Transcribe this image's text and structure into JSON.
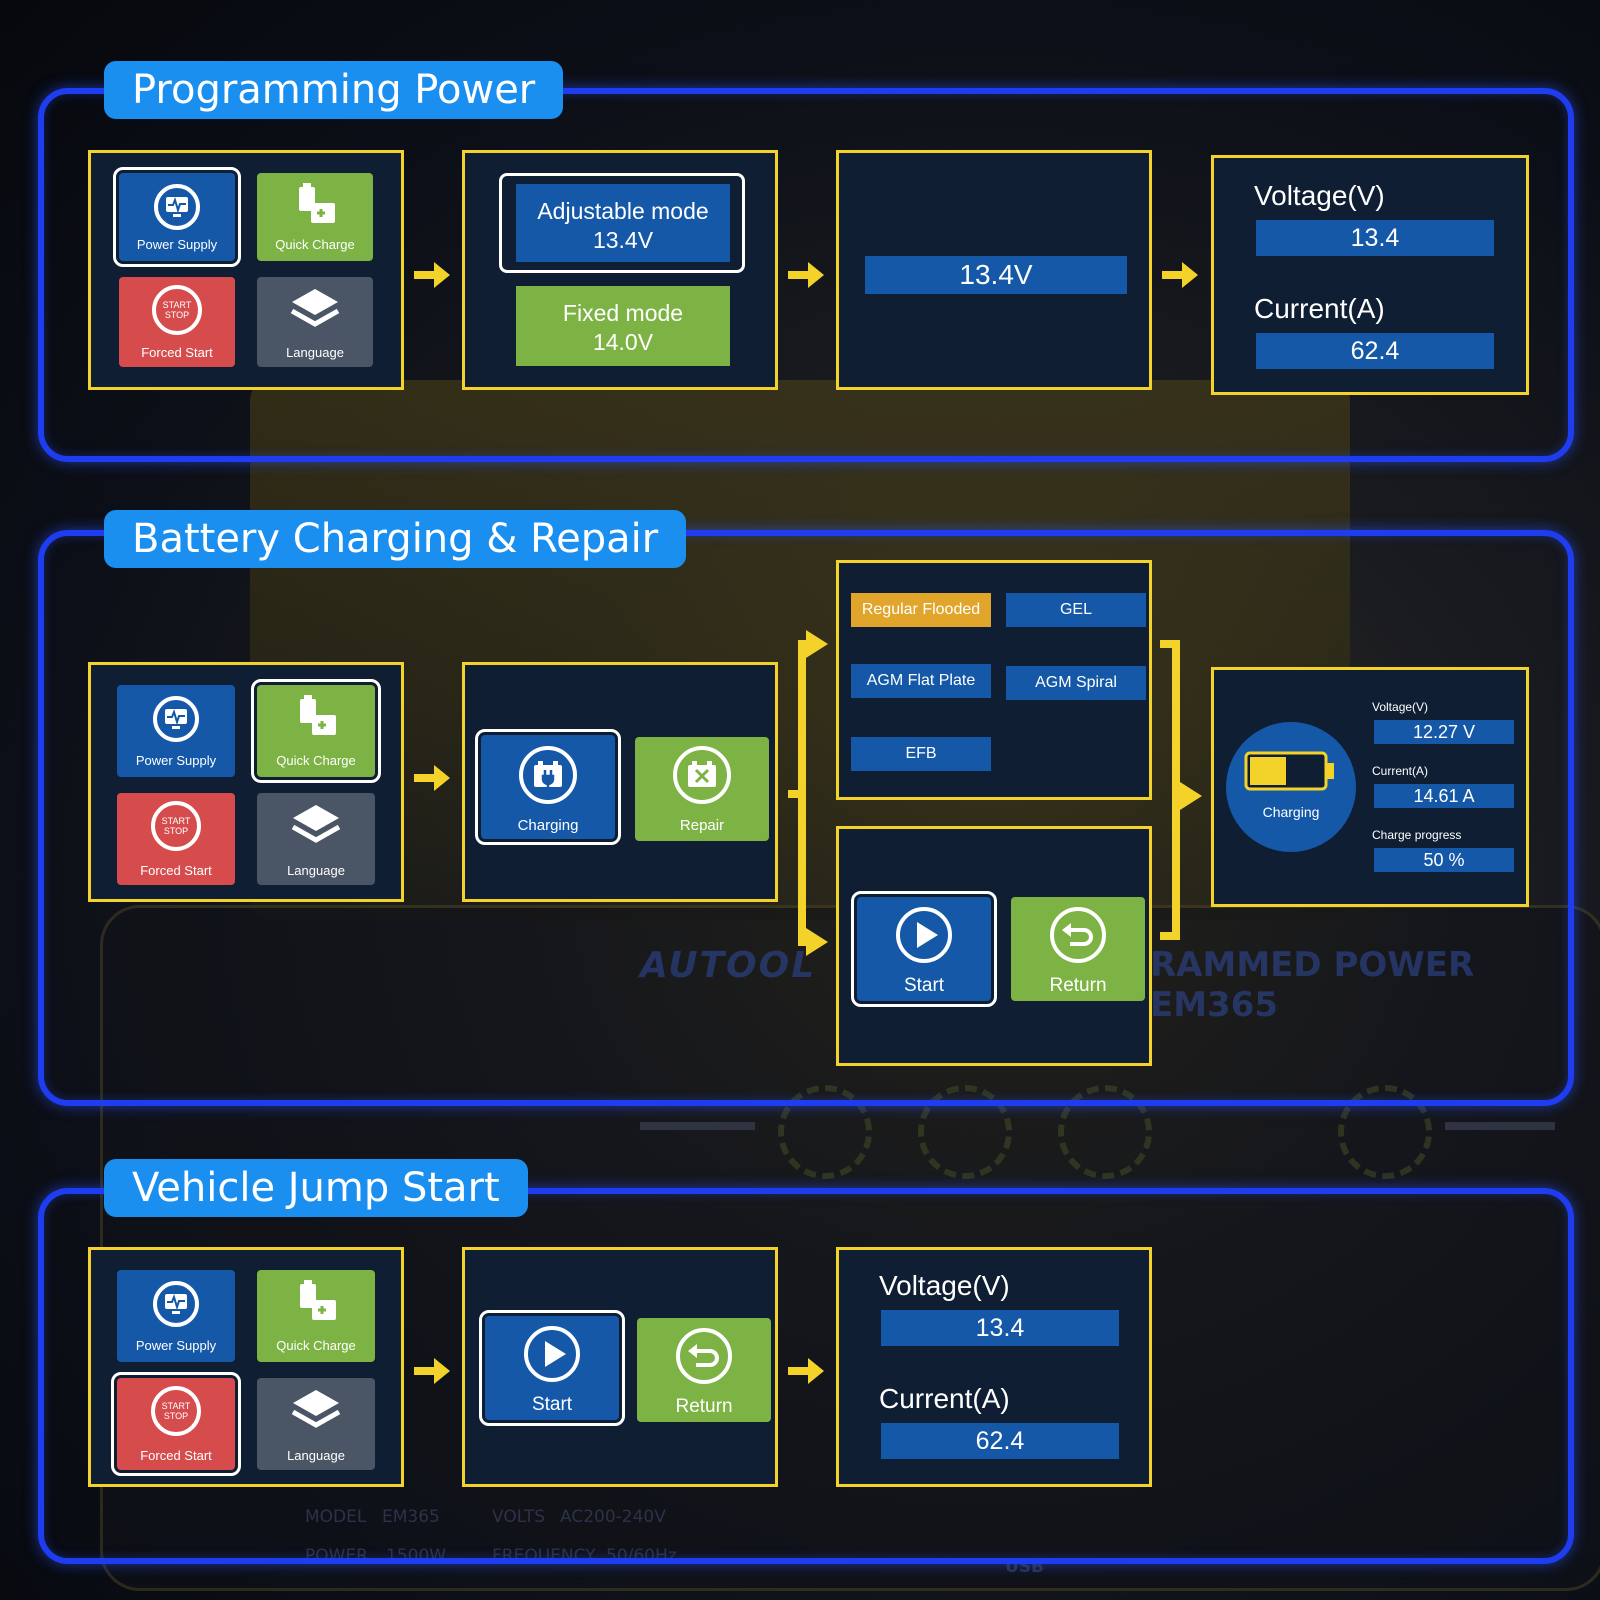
{
  "colors": {
    "accent_blue": "#1558a8",
    "accent_green": "#7db344",
    "accent_red": "#d64c4c",
    "tile_gray": "#4a5565",
    "panel_border": "#f3d22a",
    "frame_blue": "#1f3df0",
    "title_blue": "#1b8ff0"
  },
  "menu": {
    "power_supply": "Power Supply",
    "quick_charge": "Quick Charge",
    "forced_start": "Forced Start",
    "language": "Language",
    "start_stop_top": "START",
    "start_stop_bottom": "STOP"
  },
  "section1": {
    "title": "Programming Power",
    "adjustable_mode": "Adjustable mode",
    "adjustable_value": "13.4V",
    "fixed_mode": "Fixed mode",
    "fixed_value": "14.0V",
    "setpoint": "13.4V",
    "voltage_label": "Voltage(V)",
    "voltage_value": "13.4",
    "current_label": "Current(A)",
    "current_value": "62.4"
  },
  "section2": {
    "title": "Battery Charging & Repair",
    "charging": "Charging",
    "repair": "Repair",
    "battery_types": [
      "Regular Flooded",
      "GEL",
      "AGM Flat Plate",
      "AGM Spiral",
      "EFB"
    ],
    "start": "Start",
    "return": "Return",
    "status_label": "Charging",
    "voltage_label": "Voltage(V)",
    "voltage_value": "12.27 V",
    "current_label": "Current(A)",
    "current_value": "14.61 A",
    "progress_label": "Charge progress",
    "progress_value": "50 %",
    "battery_fill_percent": 50
  },
  "section3": {
    "title": "Vehicle Jump Start",
    "start": "Start",
    "return": "Return",
    "voltage_label": "Voltage(V)",
    "voltage_value": "13.4",
    "current_label": "Current(A)",
    "current_value": "62.4"
  },
  "background": {
    "brand": "AUTOOL",
    "product": "RAMMED POWER EM365",
    "model_label": "MODEL",
    "model_value": "EM365",
    "volts_label": "VOLTS",
    "volts_value": "AC200-240V",
    "power_label": "POWER",
    "power_value": "1500W",
    "frequency_label": "FREQUENCY",
    "frequency_value": "50/60Hz",
    "usb": "USB"
  }
}
